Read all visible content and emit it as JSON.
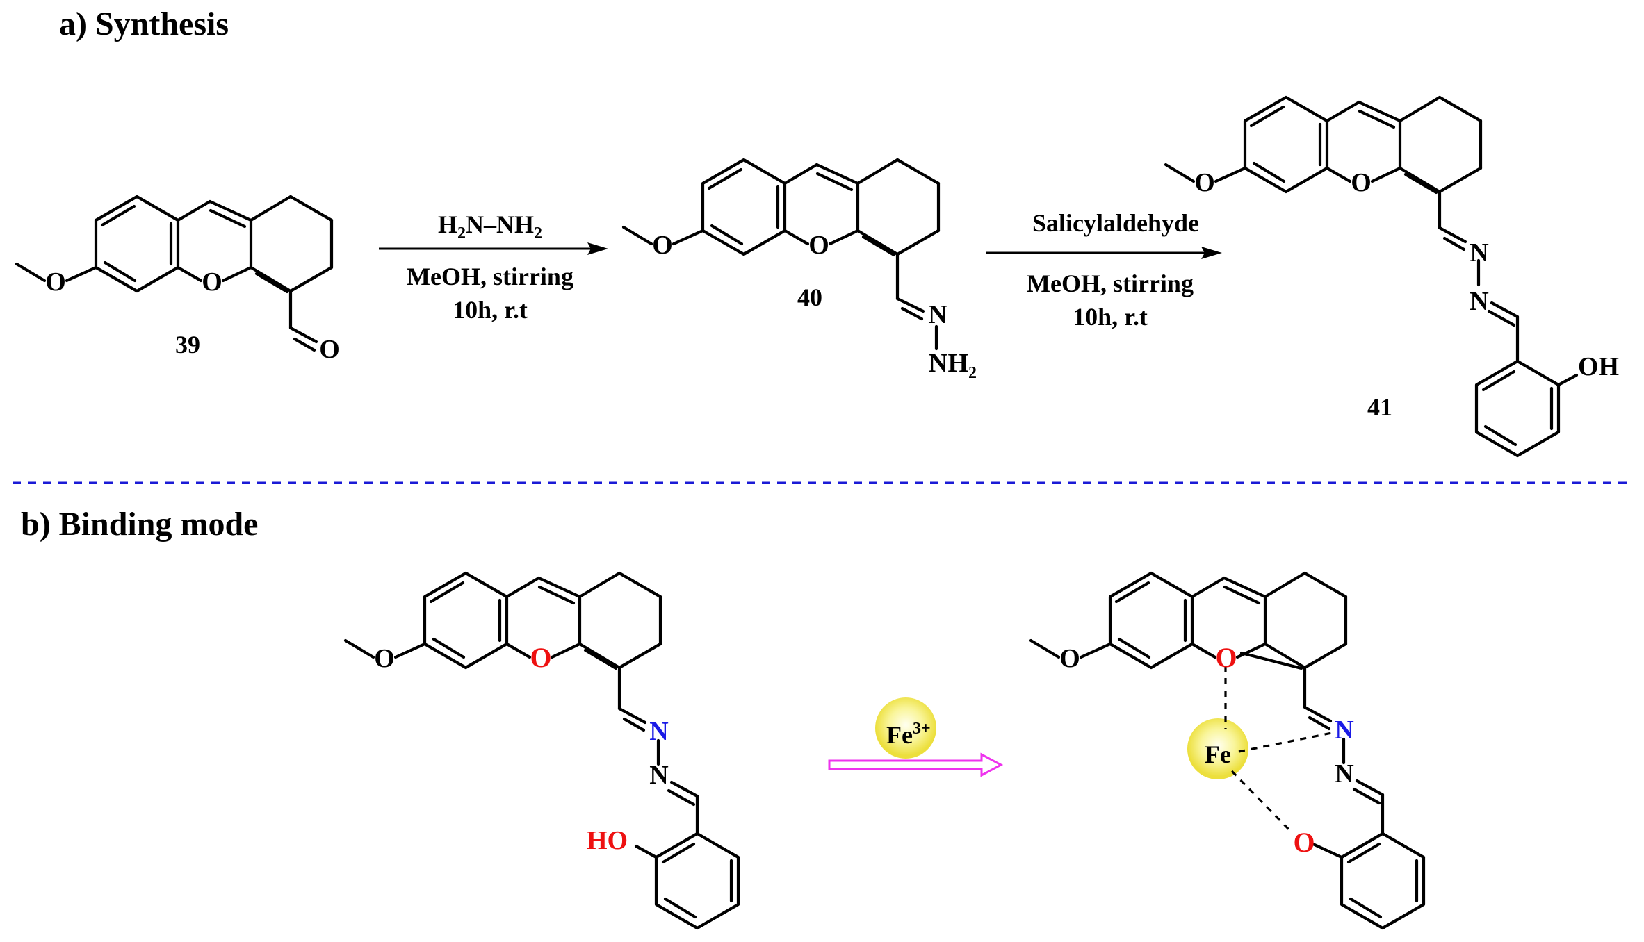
{
  "panels": {
    "synthesis_title": "a) Synthesis",
    "binding_title": "b) Binding mode"
  },
  "synthesis": {
    "compound_39": "39",
    "compound_40": "40",
    "compound_41": "41",
    "step1_reagent": {
      "base": "H",
      "sub1": "2",
      "mid": "N–NH",
      "sub2": "2"
    },
    "step1_conditions": "MeOH, stirring",
    "step1_time": "10h, r.t",
    "step2_reagent": "Salicylaldehyde",
    "step2_conditions": "MeOH, stirring",
    "step2_time": "10h, r.t"
  },
  "atoms": {
    "O": "O",
    "N": "N",
    "OH": "OH",
    "HO": "HO",
    "NH": "NH",
    "NH_sub": "2",
    "Fe": "Fe"
  },
  "binding": {
    "metal_ion": {
      "symbol": "Fe",
      "charge": "3+"
    },
    "metal_center": "Fe"
  },
  "colors": {
    "oxygen_highlight": "#ee1111",
    "nitrogen_highlight": "#1a1ae6",
    "separator": "#1a1ad6",
    "arrow": "#ee33ee",
    "metal_glow": "#f5f07a"
  }
}
